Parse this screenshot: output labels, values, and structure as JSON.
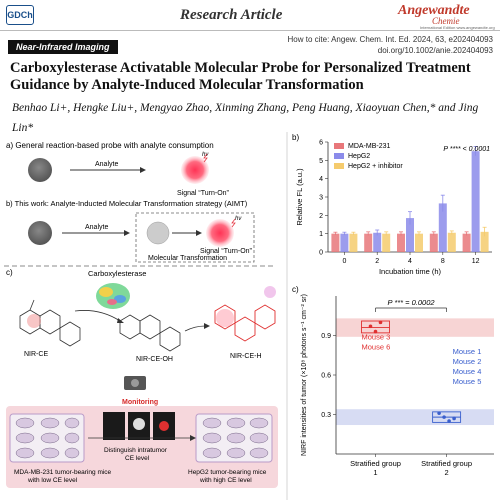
{
  "header": {
    "journal_logo": "GDCh",
    "section": "Research Article",
    "journal_name": "Angewandte",
    "journal_sub": "Chemie",
    "journal_small": "International Edition www.angewandte.org",
    "cite_line": "How to cite: Angew. Chem. Int. Ed. 2024, 63, e202404093",
    "doi_line": "doi.org/10.1002/anie.202404093"
  },
  "tag": "Near-Infrared Imaging",
  "title": "Carboxylesterase Activatable Molecular Probe for Personalized Treatment Guidance by Analyte-Induced Molecular Transformation",
  "authors": "Benhao Li+, Hengke Liu+, Mengyao Zhao, Xinming Zhang, Peng Huang, Xiaoyuan Chen,* and Jing Lin*",
  "panel_a": {
    "label": "a) General reaction-based probe with analyte consumption",
    "analyte": "Analyte",
    "hv": "hν",
    "signal": "Signal “Turn-On”"
  },
  "panel_b_left": {
    "label": "b) This work:  Analyte-Inducted Molecular Transformation strategy (AIMT)",
    "analyte": "Analyte",
    "hv": "hν",
    "signal": "Signal “Turn-On”",
    "box_label": "Molecular Transformation"
  },
  "panel_c": {
    "label": "c)",
    "enzyme": "Carboxylesterase",
    "probe": "NIR-CE",
    "intermediate": "NIR-CE-OH",
    "product": "NIR-CE-H",
    "monitoring": "Monitoring",
    "distinguish_1": "Distinguish intratumor",
    "distinguish_2": "CE level",
    "left_mice_1": "MDA-MB-231 tumor-bearing mice",
    "left_mice_2": "with low CE level",
    "right_mice_1": "HepG2 tumor-bearing mice",
    "right_mice_2": "with high CE level"
  },
  "chart_data": [
    {
      "type": "bar",
      "panel": "b)",
      "categories": [
        "0",
        "2",
        "4",
        "8",
        "12"
      ],
      "xlabel": "Incubation time (h)",
      "ylabel": "Relative FL (a.u.)",
      "ylim": [
        0,
        6
      ],
      "yticks": [
        0,
        1,
        2,
        3,
        4,
        5,
        6
      ],
      "annotation": "P **** < 0.0001",
      "legend_position": "top-center",
      "series": [
        {
          "name": "MDA-MB-231",
          "color": "#e8777a",
          "values": [
            1.0,
            1.0,
            1.0,
            1.0,
            1.0
          ],
          "errors": [
            0.08,
            0.1,
            0.1,
            0.1,
            0.1
          ]
        },
        {
          "name": "HepG2",
          "color": "#8b8bea",
          "values": [
            1.0,
            1.05,
            1.85,
            2.65,
            5.5
          ],
          "errors": [
            0.08,
            0.15,
            0.35,
            0.45,
            0.25
          ]
        },
        {
          "name": "HepG2 + inhibitor",
          "color": "#f5cb6d",
          "values": [
            1.0,
            1.0,
            1.0,
            1.05,
            1.1
          ],
          "errors": [
            0.08,
            0.1,
            0.1,
            0.1,
            0.25
          ]
        }
      ]
    },
    {
      "type": "scatter",
      "panel": "c)",
      "categories": [
        "Stratified group 1",
        "Stratified group 2"
      ],
      "ylabel": "NIRF intensities of tumor (×10⁸ photons s⁻¹ cm⁻² sr)",
      "ylim": [
        0,
        1.2
      ],
      "yticks": [
        0.3,
        0.6,
        0.9
      ],
      "annotation": "P *** = 0.0002",
      "group_1": {
        "labels": [
          "Mouse 3",
          "Mouse 6"
        ],
        "color": "#e03030",
        "points": [
          0.97,
          0.93,
          1.0
        ],
        "mean": 0.96
      },
      "group_2": {
        "labels": [
          "Mouse 1",
          "Mouse 2",
          "Mouse 4",
          "Mouse 5"
        ],
        "color": "#3a5fcd",
        "points": [
          0.31,
          0.28,
          0.25,
          0.27
        ],
        "mean": 0.28
      }
    }
  ]
}
